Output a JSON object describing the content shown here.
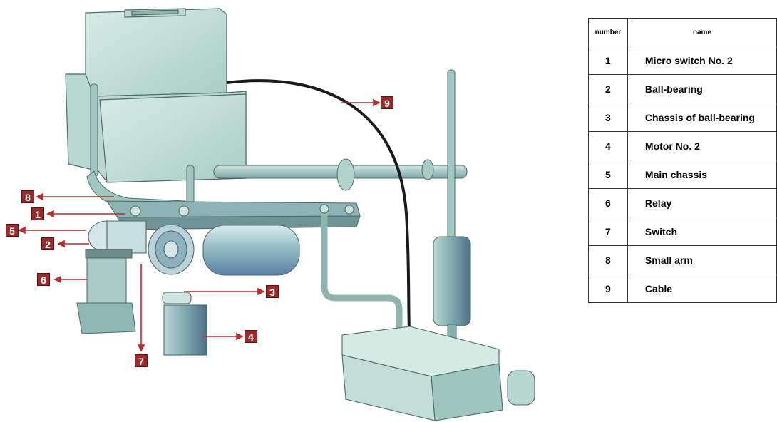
{
  "table": {
    "headers": {
      "number": "number",
      "name": "name"
    },
    "rows": [
      {
        "number": "1",
        "name": "Micro switch No. 2"
      },
      {
        "number": "2",
        "name": "Ball-bearing"
      },
      {
        "number": "3",
        "name": "Chassis of ball-bearing"
      },
      {
        "number": "4",
        "name": "Motor No. 2"
      },
      {
        "number": "5",
        "name": "Main chassis"
      },
      {
        "number": "6",
        "name": "Relay"
      },
      {
        "number": "7",
        "name": "Switch"
      },
      {
        "number": "8",
        "name": "Small arm"
      },
      {
        "number": "9",
        "name": "Cable"
      }
    ]
  },
  "callouts": [
    "8",
    "1",
    "5",
    "2",
    "6",
    "3",
    "4",
    "7",
    "9"
  ],
  "colors": {
    "callout_fill": "#9c2a2a",
    "arrow": "#b52d2d",
    "machine_light": "#cfe6de",
    "machine_mid": "#a9cfc6",
    "machine_dark": "#6f9ea0",
    "cable": "#1a1a1a"
  }
}
